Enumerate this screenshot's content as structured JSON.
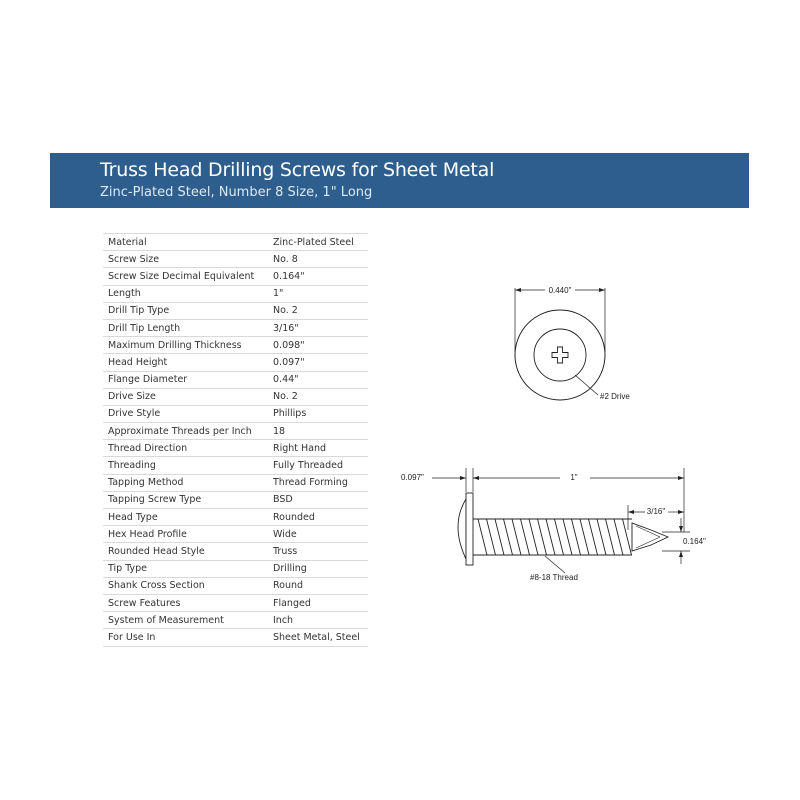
{
  "header": {
    "title": "Truss Head Drilling Screws for Sheet Metal",
    "subtitle": "Zinc-Plated Steel, Number 8 Size, 1\" Long",
    "banner_color": "#2e5e8e"
  },
  "specs": [
    {
      "label": "Material",
      "value": "Zinc-Plated Steel"
    },
    {
      "label": "Screw Size",
      "value": "No. 8"
    },
    {
      "label": "Screw Size Decimal Equivalent",
      "value": "0.164\""
    },
    {
      "label": "Length",
      "value": "1\""
    },
    {
      "label": "Drill Tip Type",
      "value": "No. 2"
    },
    {
      "label": "Drill Tip Length",
      "value": "3/16\""
    },
    {
      "label": "Maximum Drilling Thickness",
      "value": "0.098\""
    },
    {
      "label": "Head Height",
      "value": "0.097\""
    },
    {
      "label": "Flange Diameter",
      "value": "0.44\""
    },
    {
      "label": "Drive Size",
      "value": "No. 2"
    },
    {
      "label": "Drive Style",
      "value": "Phillips"
    },
    {
      "label": "Approximate Threads per Inch",
      "value": "18"
    },
    {
      "label": "Thread Direction",
      "value": "Right Hand"
    },
    {
      "label": "Threading",
      "value": "Fully Threaded"
    },
    {
      "label": "Tapping Method",
      "value": "Thread Forming"
    },
    {
      "label": "Tapping Screw Type",
      "value": "BSD"
    },
    {
      "label": "Head Type",
      "value": "Rounded"
    },
    {
      "label": "Hex Head Profile",
      "value": "Wide"
    },
    {
      "label": "Rounded Head Style",
      "value": "Truss"
    },
    {
      "label": "Tip Type",
      "value": "Drilling"
    },
    {
      "label": "Shank Cross Section",
      "value": "Round"
    },
    {
      "label": "Screw Features",
      "value": "Flanged"
    },
    {
      "label": "System of Measurement",
      "value": "Inch"
    },
    {
      "label": "For Use In",
      "value": "Sheet Metal, Steel"
    }
  ],
  "drawing": {
    "top_view": {
      "diameter_label": "0.440\"",
      "drive_label": "#2 Drive",
      "drive_icon": "phillips-cross-icon"
    },
    "side_view": {
      "head_height_label": "0.097\"",
      "length_label": "1\"",
      "tip_length_label": "3/16\"",
      "shank_diameter_label": "0.164\"",
      "thread_label": "#8-18 Thread"
    }
  }
}
